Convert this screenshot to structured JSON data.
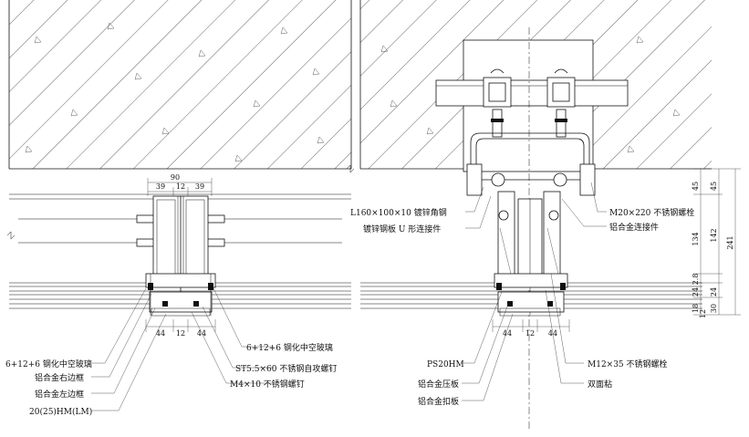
{
  "left": {
    "top_dims": [
      "90",
      "39",
      "12",
      "39"
    ],
    "bottom_dims": [
      "44",
      "12",
      "44"
    ],
    "labels": [
      "6+12+6 钢化中空玻璃",
      "铝合金右边框",
      "铝合金左边框",
      "20(25)HM(LM)",
      "6+12+6 钢化中空玻璃",
      "ST5.5×60 不锈钢自攻螺钉",
      "M4×10 不锈钢螺钉"
    ]
  },
  "right": {
    "bottom_dims": [
      "44",
      "12",
      "44"
    ],
    "labels": [
      "L160×100×10 镀锌角钢",
      "镀锌钢板 U 形连接件",
      "M20×220 不锈钢螺栓",
      "铝合金连接件",
      "PS20HM",
      "铝合金压板",
      "铝合金扣板",
      "M12×35 不锈钢螺栓",
      "双面粘"
    ],
    "side_dims": [
      "45",
      "45",
      "134",
      "142",
      "241",
      "2.8",
      "24",
      "24",
      "18",
      "12",
      "30"
    ]
  }
}
